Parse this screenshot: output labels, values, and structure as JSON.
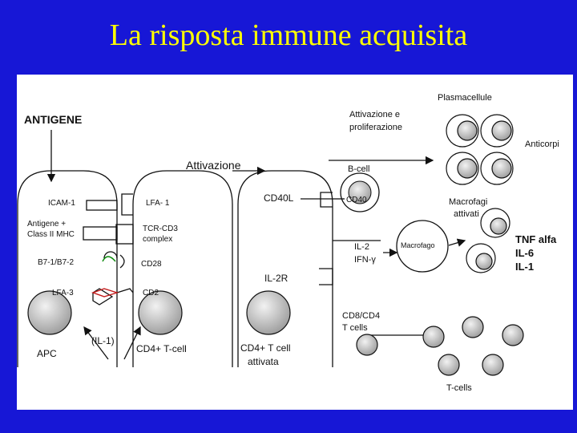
{
  "title": "La risposta immune acquisita",
  "labels": {
    "antigene": "ANTIGENE",
    "attivazione": "Attivazione",
    "attivazione_proliferazione_1": "Attivazione e",
    "attivazione_proliferazione_2": "proliferazione",
    "plasmacellule": "Plasmacellule",
    "anticorpi": "Anticorpi",
    "b_cell": "B-cell",
    "cd40l": "CD40L",
    "cd40": "CD40",
    "icam1": "ICAM-1",
    "lfa1": "LFA- 1",
    "antigene_mhc_1": "Antigene +",
    "antigene_mhc_2": "Class II MHC",
    "tcr_1": "TCR-CD3",
    "tcr_2": "complex",
    "b7": "B7-1/B7-2",
    "cd28": "CD28",
    "lfa3": "LFA-3",
    "cd2": "CD2",
    "il2r": "IL-2R",
    "il2": "IL-2",
    "ifn": "IFN-γ",
    "macrofagi_attivati_1": "Macrofagi",
    "macrofagi_attivati_2": "attivati",
    "macrofago": "Macrofago",
    "tnf": "TNF alfa",
    "il6": "IL-6",
    "il1_right": "IL-1",
    "cd8_cd4_1": "CD8/CD4",
    "cd8_cd4_2": "T cells",
    "t_cells": "T-cells",
    "apc": "APC",
    "il1_mid": "(IL-1)",
    "cd4_t": "CD4+ T-cell",
    "cd4_act_1": "CD4+ T cell",
    "cd4_act_2": "attivata"
  }
}
